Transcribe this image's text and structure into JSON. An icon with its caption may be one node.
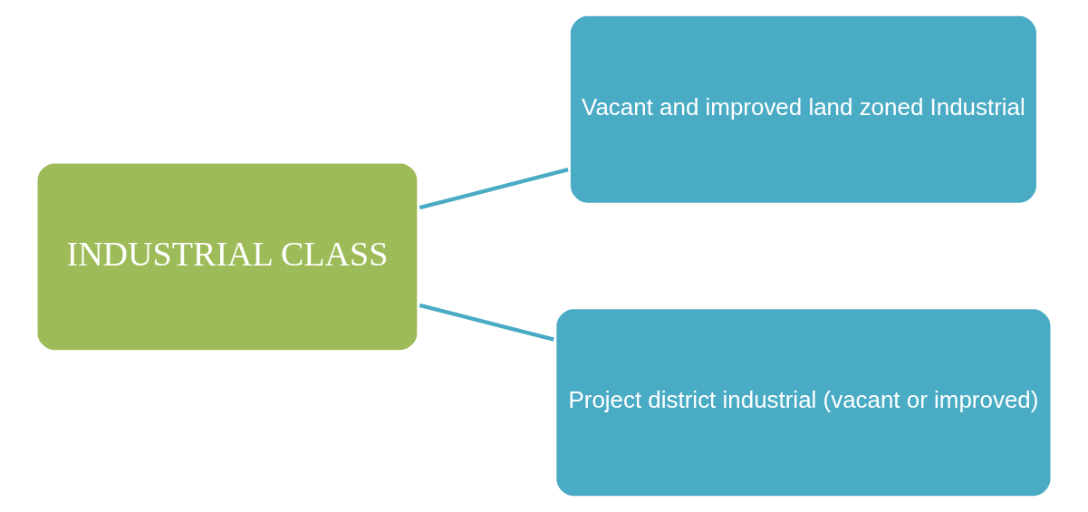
{
  "diagram": {
    "nodes": [
      {
        "text": [
          "INDUSTRIAL CLASS"
        ]
      },
      {
        "text": [
          "Vacant and improved land zoned Industrial"
        ]
      },
      {
        "text": [
          "Project district industrial (vacant or improved)"
        ]
      }
    ],
    "edges": [
      {
        "from": 0,
        "to": 1,
        "arrow": "none"
      },
      {
        "from": 0,
        "to": 2,
        "arrow": "none"
      }
    ]
  }
}
